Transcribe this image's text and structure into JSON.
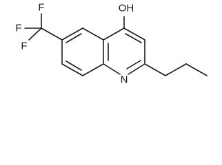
{
  "molecule": {
    "atoms": {
      "oh": "OH",
      "n": "N",
      "f_top": "F",
      "f_mid": "F",
      "f_bottom": "F"
    }
  }
}
